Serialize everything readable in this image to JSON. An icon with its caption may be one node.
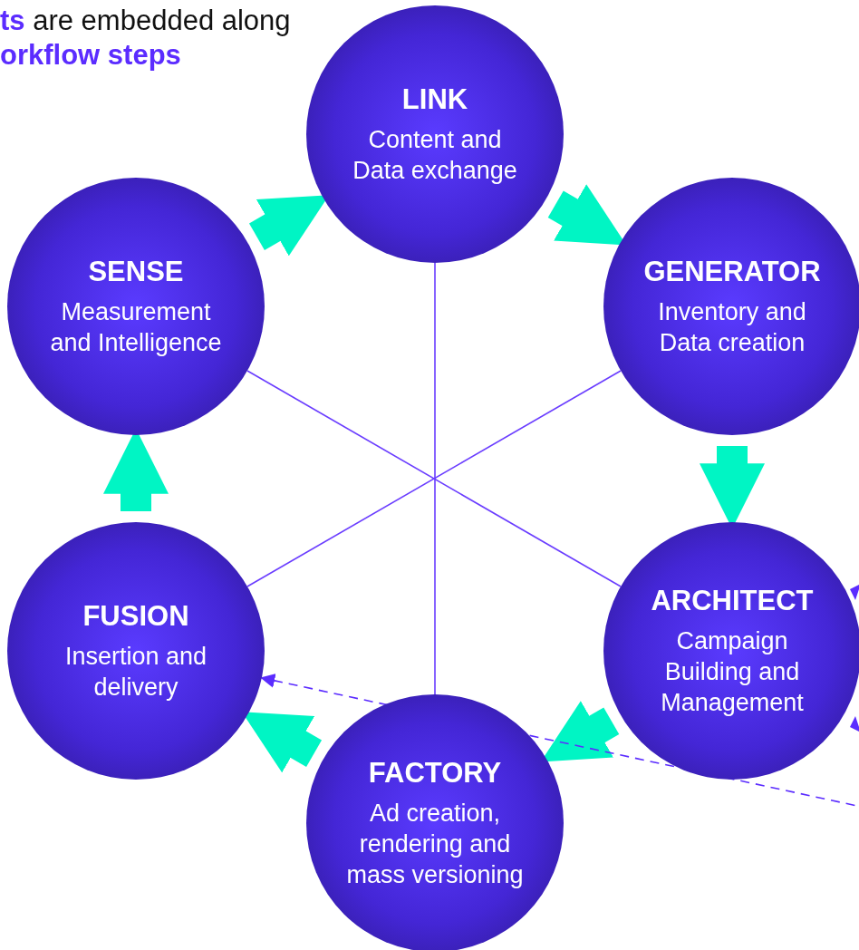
{
  "diagram": {
    "nodes": [
      {
        "text": [
          "LINK",
          "Content and Data exchange"
        ]
      },
      {
        "text": [
          "GENERATOR",
          "Inventory and Data creation"
        ]
      },
      {
        "text": [
          "ARCHITECT",
          "Campaign Building and Management"
        ]
      },
      {
        "text": [
          "FACTORY",
          "Ad creation, rendering and mass versioning"
        ]
      },
      {
        "text": [
          "FUSION",
          "Insertion and delivery"
        ]
      },
      {
        "text": [
          "SENSE",
          "Measurement and Intelligence"
        ]
      }
    ],
    "edges": [
      {
        "from": 5,
        "to": 0,
        "arrow": "to",
        "color": "#00f5c4"
      },
      {
        "from": 0,
        "to": 1,
        "arrow": "to",
        "color": "#00f5c4"
      },
      {
        "from": 1,
        "to": 2,
        "arrow": "to",
        "color": "#00f5c4"
      },
      {
        "from": 2,
        "to": 3,
        "arrow": "to",
        "color": "#00f5c4"
      },
      {
        "from": 3,
        "to": 4,
        "arrow": "to",
        "color": "#00f5c4"
      },
      {
        "from": 4,
        "to": 5,
        "arrow": "to",
        "color": "#00f5c4"
      },
      {
        "from": 0,
        "to": 3,
        "arrow": "none",
        "color": "#6a3dff"
      },
      {
        "from": 5,
        "to": 2,
        "arrow": "none",
        "color": "#6a3dff"
      },
      {
        "from": 1,
        "to": 4,
        "arrow": "none",
        "color": "#6a3dff"
      },
      {
        "from": null,
        "to": 4,
        "arrow": "to",
        "style": "dashed",
        "color": "#5b2cff"
      }
    ],
    "labels": [
      "**ts** are embedded along **orkflow steps**"
    ]
  }
}
